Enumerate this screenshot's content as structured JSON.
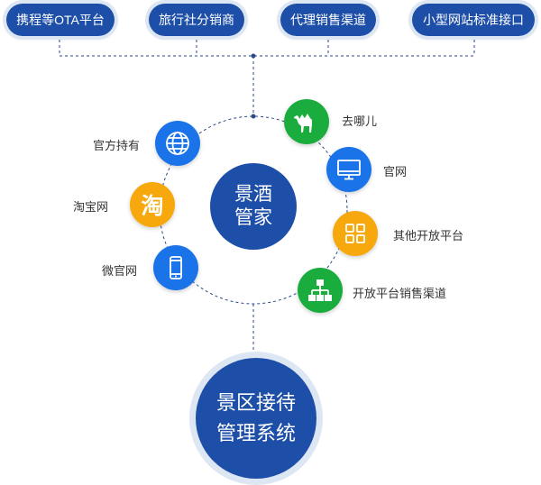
{
  "colors": {
    "navy": "#1e4fa8",
    "blue": "#1a73e8",
    "green": "#1aac3c",
    "orange": "#f6a80c",
    "line": "#2b4a8a",
    "halo": "#dde6f3"
  },
  "channels": [
    {
      "label": "携程等OTA平台"
    },
    {
      "label": "旅行社分销商"
    },
    {
      "label": "代理销售渠道"
    },
    {
      "label": "小型网站标准接口"
    }
  ],
  "hub": {
    "line1": "景酒",
    "line2": "管家"
  },
  "left_nodes": [
    {
      "label": "官方持有",
      "icon": "globe-icon",
      "color": "blue"
    },
    {
      "label": "淘宝网",
      "icon": "taobao-icon",
      "color": "orange",
      "glyph": "淘"
    },
    {
      "label": "微官网",
      "icon": "mobile-phone-icon",
      "color": "blue"
    }
  ],
  "right_nodes": [
    {
      "label": "去哪儿",
      "icon": "camel-icon",
      "color": "green"
    },
    {
      "label": "官网",
      "icon": "monitor-icon",
      "color": "blue"
    },
    {
      "label": "其他开放平台",
      "icon": "grid-icon",
      "color": "orange"
    },
    {
      "label": "开放平台销售渠道",
      "icon": "network-icon",
      "color": "green"
    }
  ],
  "bottom": {
    "line1": "景区接待",
    "line2": "管理系统"
  }
}
